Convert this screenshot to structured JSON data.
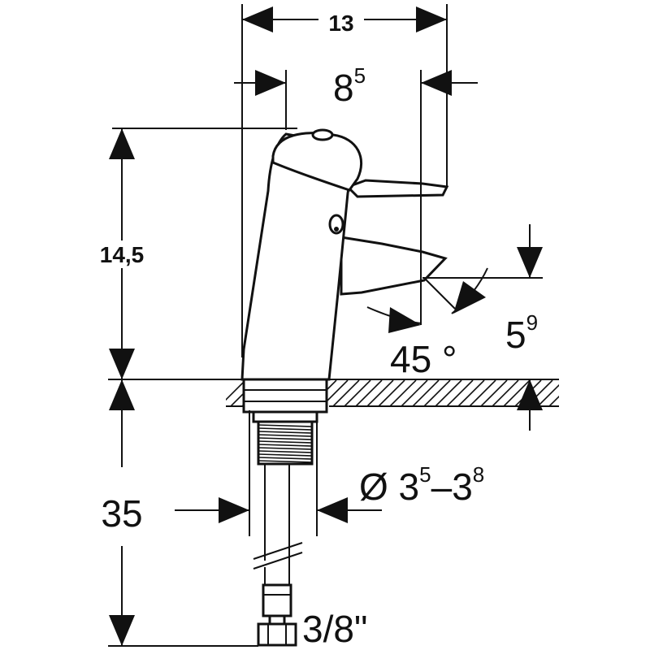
{
  "dimensions": {
    "top_width": "13",
    "spout_offset_base": "8",
    "spout_offset_sup": "5",
    "height": "14,5",
    "angle": "45 °",
    "outlet_base": "5",
    "outlet_sup": "9",
    "below_counter": "35",
    "hole_diameter_prefix": "Ø 3",
    "hole_diameter_sup1": "5",
    "hole_diameter_mid": "–3",
    "hole_diameter_sup2": "8",
    "connection": "3/8\""
  },
  "colors": {
    "line": "#111111",
    "background": "#ffffff"
  }
}
